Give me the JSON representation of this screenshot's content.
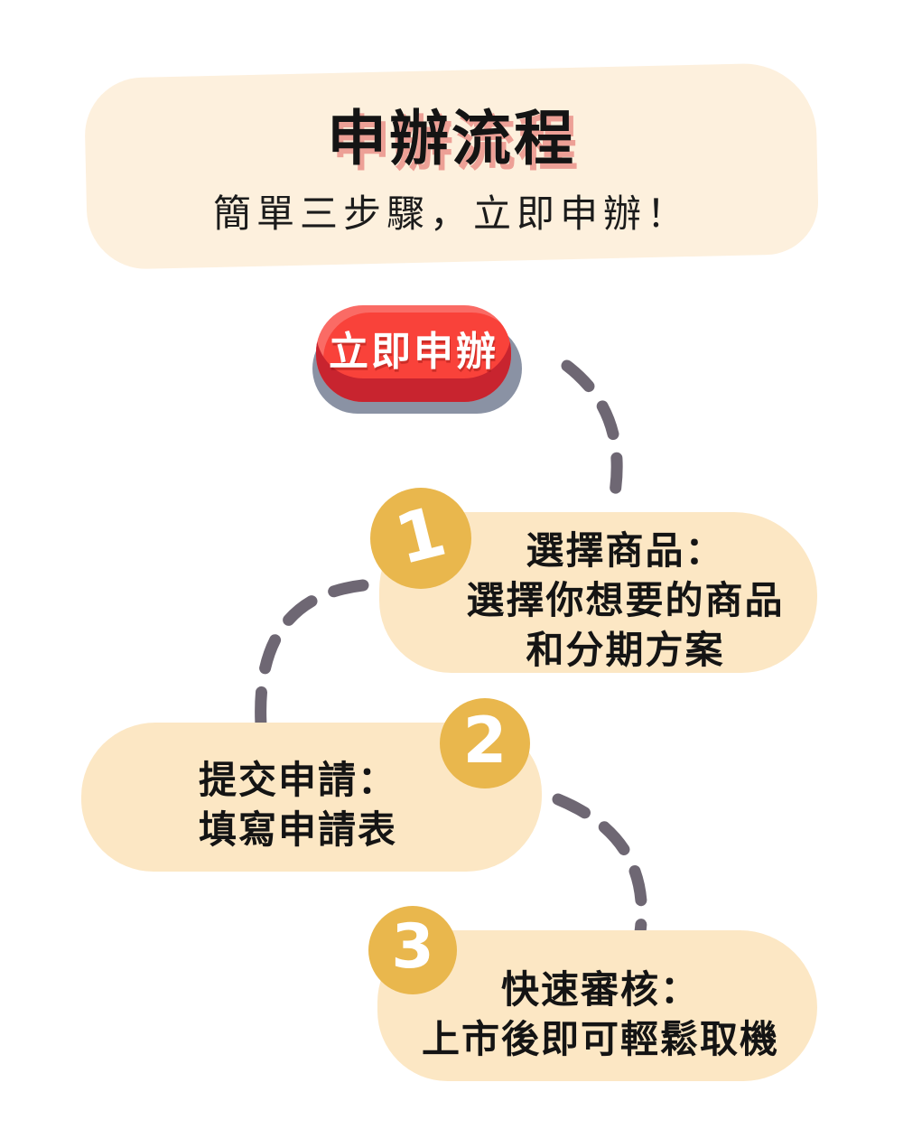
{
  "header": {
    "title": "申辦流程",
    "subtitle": "簡單三步驟，立即申辦！"
  },
  "cta_button": {
    "label": "立即申辦"
  },
  "steps": [
    {
      "number": "1",
      "title": "選擇商品：",
      "lines": [
        "選擇你想要的商品",
        "和分期方案"
      ]
    },
    {
      "number": "2",
      "title": "提交申請：",
      "lines": [
        "填寫申請表"
      ]
    },
    {
      "number": "3",
      "title": "快速審核：",
      "lines": [
        "上市後即可輕鬆取機"
      ]
    }
  ],
  "colors": {
    "background": "#FFFFFF",
    "header_card": "#FDF0DD",
    "step_card": "#FCE7C4",
    "badge_gold": "#E9B74D",
    "connector_gray": "#6E6773",
    "button_red": "#F9423A",
    "button_red_dark": "#C8242F",
    "button_base_gray": "#8A92A4",
    "title_shadow_pink": "#EDA096",
    "text_black": "#141414",
    "button_text": "#FFFFFF"
  }
}
